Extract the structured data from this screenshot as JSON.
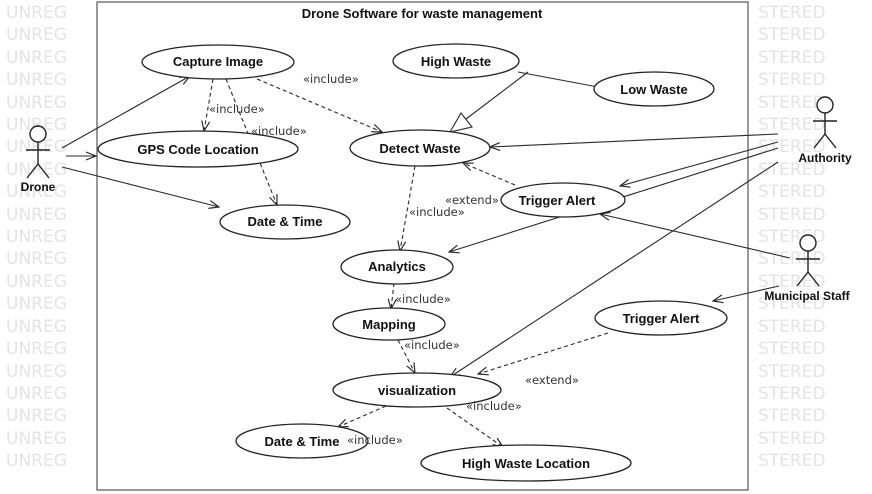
{
  "system": {
    "title": "Drone Software for waste management"
  },
  "watermark": {
    "left": "UNREG",
    "right": "STERED"
  },
  "actors": {
    "drone": "Drone",
    "authority": "Authority",
    "municipal_staff": "Municipal Staff"
  },
  "use_cases": {
    "capture_image": "Capture Image",
    "gps_code_location": "GPS Code Location",
    "date_time_top": "Date & Time",
    "high_waste": "High Waste",
    "low_waste": "Low Waste",
    "detect_waste": "Detect Waste",
    "trigger_alert_top": "Trigger Alert",
    "analytics": "Analytics",
    "mapping": "Mapping",
    "trigger_alert_bottom": "Trigger Alert",
    "visualization": "visualization",
    "date_time_bottom": "Date & Time",
    "high_waste_location": "High Waste Location"
  },
  "stereotypes": {
    "include_capture_detect": "«include»",
    "include_capture_gps": "«include»",
    "include_capture_date": "«include»",
    "extend_trigger_detect": "«extend»",
    "include_detect_analytics": "«include»",
    "include_analytics_mapping": "«include»",
    "include_mapping_visualization": "«include»",
    "extend_trigger_visualization": "«extend»",
    "include_visualization_location": "«include»",
    "include_visualization_date": "«include»"
  },
  "colors": {
    "line": "#2b2b2b",
    "border": "#555555",
    "watermark": "#e4e4e4"
  }
}
